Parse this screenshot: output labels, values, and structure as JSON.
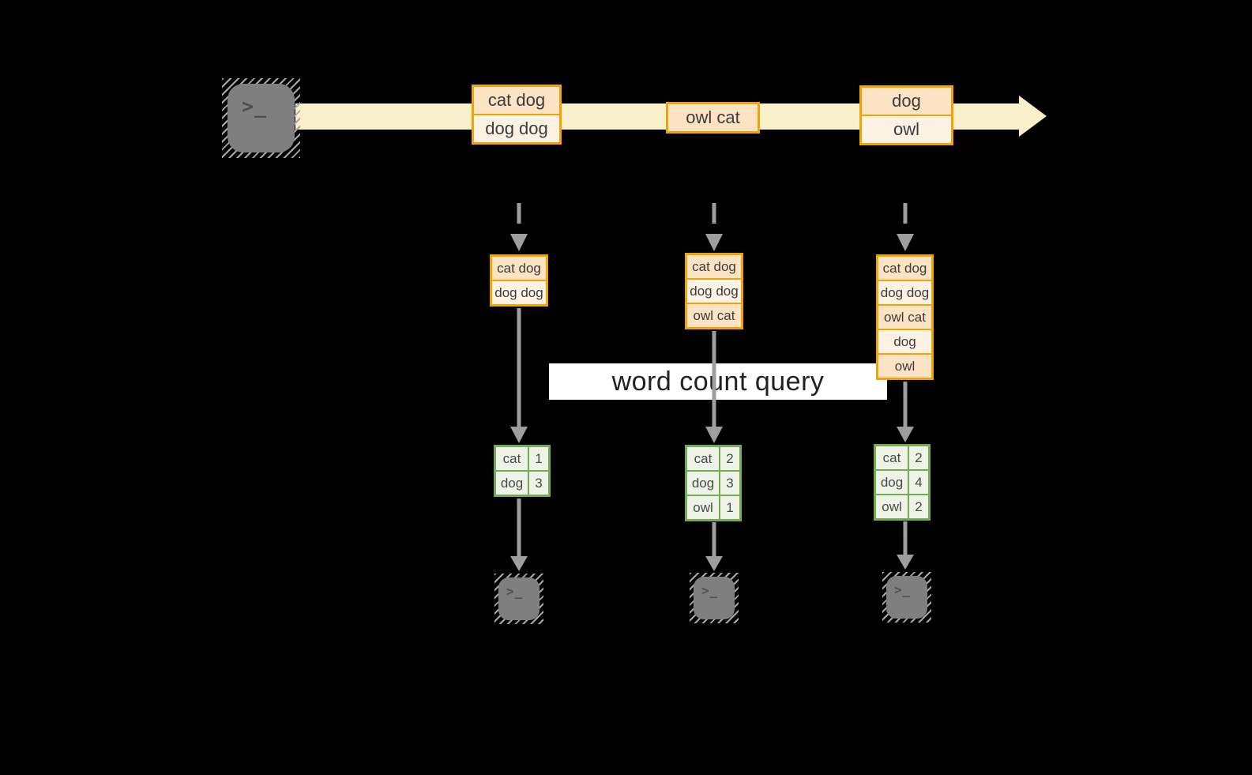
{
  "banner": {
    "label": "word count query"
  },
  "source": {
    "glyph": ">_"
  },
  "stream_events": [
    {
      "rows": [
        "cat dog",
        "dog dog"
      ]
    },
    {
      "rows": [
        "owl cat"
      ]
    },
    {
      "rows": [
        "dog",
        "owl"
      ]
    }
  ],
  "windows": [
    {
      "rows": [
        "cat dog",
        "dog dog"
      ]
    },
    {
      "rows": [
        "cat dog",
        "dog dog",
        "owl cat"
      ]
    },
    {
      "rows": [
        "cat dog",
        "dog dog",
        "owl cat",
        "dog",
        "owl"
      ]
    }
  ],
  "results": [
    {
      "rows": [
        {
          "word": "cat",
          "count": "1"
        },
        {
          "word": "dog",
          "count": "3"
        }
      ]
    },
    {
      "rows": [
        {
          "word": "cat",
          "count": "2"
        },
        {
          "word": "dog",
          "count": "3"
        },
        {
          "word": "owl",
          "count": "1"
        }
      ]
    },
    {
      "rows": [
        {
          "word": "cat",
          "count": "2"
        },
        {
          "word": "dog",
          "count": "4"
        },
        {
          "word": "owl",
          "count": "2"
        }
      ]
    }
  ],
  "sinks": [
    {
      "glyph": ">_"
    },
    {
      "glyph": ">_"
    },
    {
      "glyph": ">_"
    }
  ],
  "colors": {
    "background": "#000000",
    "stream_band": "#faf0cc",
    "event_border": "#f0a505",
    "event_fill_dark": "#fbe3c4",
    "event_fill_light": "#fdf2e3",
    "result_border": "#76ab53",
    "result_fill": "#eef3e8",
    "arrow_gray": "#9e9e9e",
    "terminal_gray": "#7f7f7f",
    "banner_bg": "#ffffff",
    "text_dark": "#3c3c3c"
  }
}
